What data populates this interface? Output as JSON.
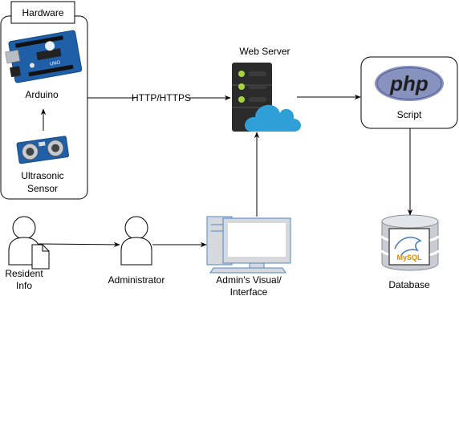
{
  "labels": {
    "hardware_group": "Hardware",
    "arduino": "Arduino",
    "ultrasonic_line1": "Ultrasonic",
    "ultrasonic_line2": "Sensor",
    "http_edge": "HTTP/HTTPS",
    "web_server": "Web Server",
    "script": "Script",
    "database": "Database",
    "resident_line1": "Resident",
    "resident_line2": "Info",
    "administrator": "Administrator",
    "admin_line1": "Admin's Visual/",
    "admin_line2": "Interface"
  },
  "logos": {
    "php": "php",
    "mysql": "MySQL"
  },
  "icons": {
    "arduino": "arduino-board-icon",
    "ultrasonic": "ultrasonic-sensor-icon",
    "server": "server-rack-icon",
    "cloud": "cloud-icon",
    "php": "php-logo-icon",
    "database": "database-cylinder-icon",
    "resident": "person-icon",
    "document": "document-icon",
    "administrator": "person-icon",
    "computer": "desktop-computer-icon"
  },
  "colors": {
    "line": "#000000",
    "arduino_board": "#1f5fa8",
    "server_dark": "#2b2b2b",
    "server_led": "#a4d63b",
    "cloud": "#2f9fd8",
    "php_bg": "#8892bf",
    "php_text": "#1f1f1f",
    "db_gray": "#c9cdd3",
    "computer_gray": "#d6d8db",
    "computer_border": "#4d88c8",
    "screen": "#ffffff"
  }
}
